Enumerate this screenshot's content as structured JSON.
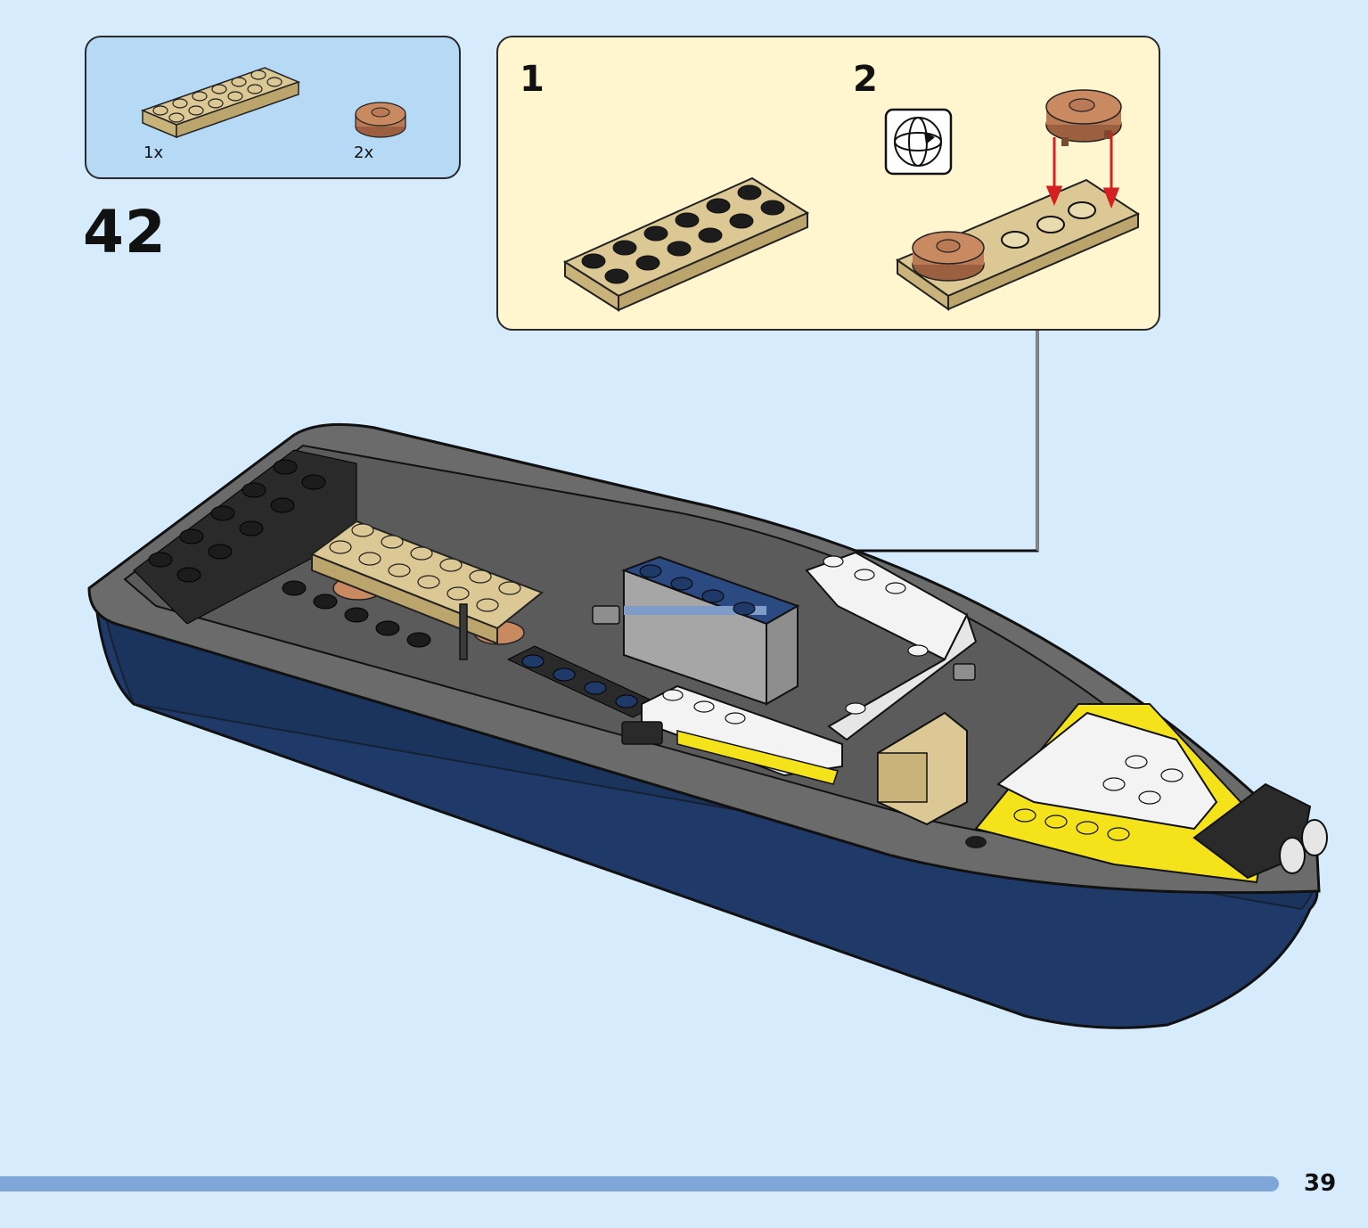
{
  "parts_list": {
    "items": [
      {
        "name": "tan-plate-2x6",
        "quantity": "1x",
        "color": "#dcc894"
      },
      {
        "name": "brown-round-plate-2x2",
        "quantity": "2x",
        "color": "#b97a55"
      }
    ]
  },
  "step": {
    "number": "42"
  },
  "sub_assembly": {
    "steps": [
      {
        "number": "1"
      },
      {
        "number": "2",
        "icon": "rotate-model-icon"
      }
    ]
  },
  "colors": {
    "page_background": "#d6ecfc",
    "parts_box": "#b6d9f6",
    "sub_box": "#fff6cf",
    "hull_blue": "#1f3a68",
    "deck_grey": "#6b6b6b",
    "tan": "#dcc894",
    "brown": "#b97a55",
    "yellow": "#f4e21b",
    "progress": "#7fa6d8",
    "arrow_red": "#d42020"
  },
  "footer": {
    "page_number": "39"
  }
}
